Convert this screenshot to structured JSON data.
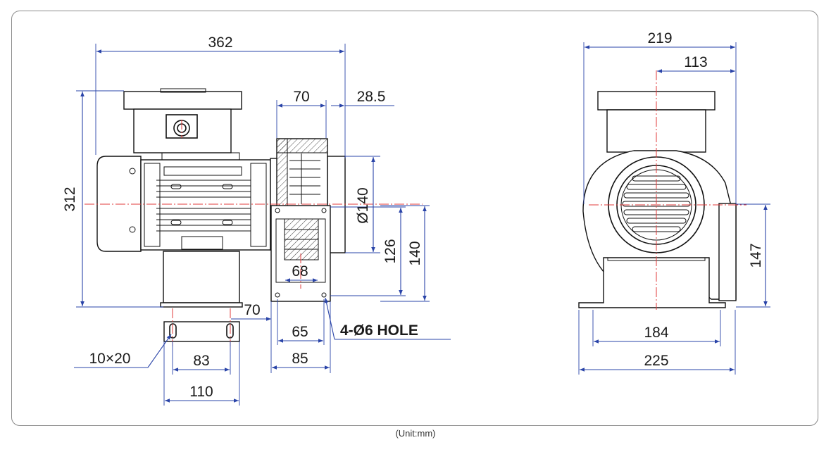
{
  "caption": "(Unit:mm)",
  "dimensions": {
    "overall_length": "362",
    "overall_height": "312",
    "outlet_depth": "70",
    "outlet_offset": "28.5",
    "inlet_diameter": "Ø140",
    "outlet_inner_height": "126",
    "outlet_flange_height": "140",
    "outlet_inner_width": "68",
    "base_offset": "70",
    "hole_spacing": "65",
    "flange_width": "85",
    "mount_hole_note": "4-Ø6 HOLE",
    "slot_size": "10×20",
    "slot_spacing": "83",
    "base_width": "110",
    "front_width": "219",
    "center_offset": "113",
    "outlet_height": "147",
    "front_base_spacing": "184",
    "front_base_width": "225"
  },
  "colors": {
    "dimension_line": "#2a44a8",
    "center_line": "#e23b3b",
    "object_line": "#111111",
    "frame": "#8a8a8a"
  },
  "arrow_icon": "filled-triangle-arrowhead"
}
